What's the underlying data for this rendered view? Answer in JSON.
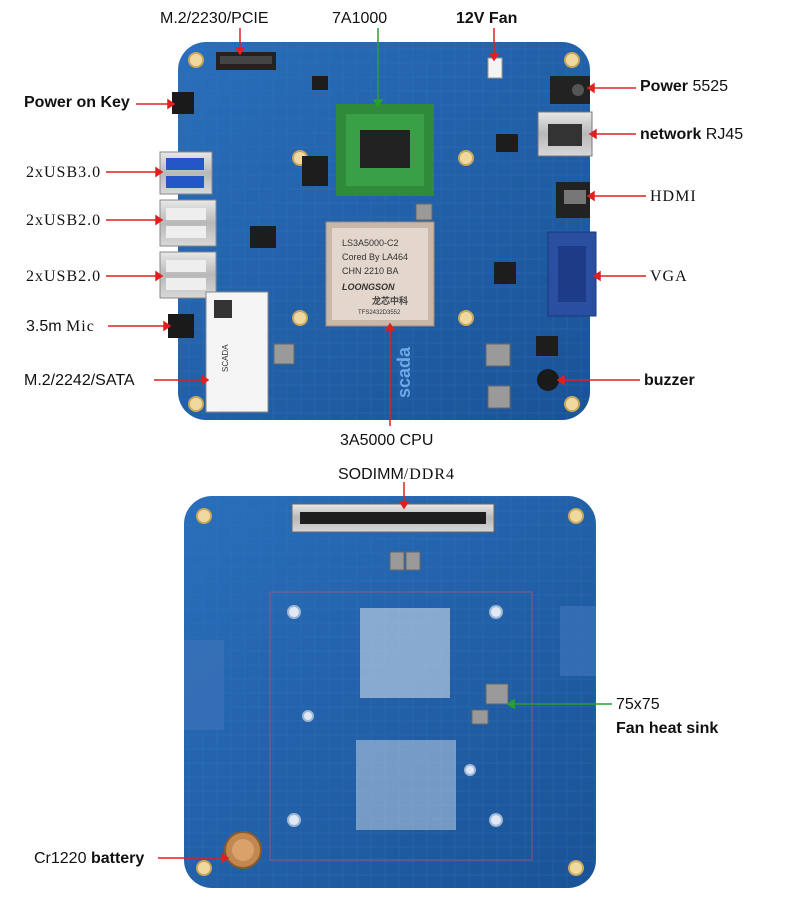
{
  "top_board": {
    "labels": {
      "m2_pcie": "M.2/2230/PCIE",
      "chipset": "7A1000",
      "fan_12v": "12V Fan",
      "power_on_key": "Power on Key",
      "power_bold": "Power",
      "power_code": "5525",
      "usb3": "2xUSB3.0",
      "usb2_a": "2xUSB2.0",
      "usb2_b": "2xUSB2.0",
      "network_bold": "network",
      "network_code": "RJ45",
      "hdmi": "HDMI",
      "vga": "VGA",
      "mic_prefix": "3.5m",
      "mic_suffix": "Mic",
      "m2_sata": "M.2/2242/SATA",
      "buzzer": "buzzer",
      "cpu": "3A5000 CPU"
    },
    "cpu_chip": {
      "line1": "LS3A5000-C2",
      "line2": "Cored By  LA464",
      "line3": "CHN 2210 BA",
      "brand": "LOONGSON",
      "brand_cn": "龙芯中科",
      "serial": "TFS2432D3552"
    },
    "ssd_brand": "SCADA",
    "board_mark": "scada"
  },
  "bottom_board": {
    "labels": {
      "sodimm_a": "SODIMM",
      "sodimm_b": "/DDR4",
      "fan_size": "75x75",
      "fan_sink": "Fan heat sink",
      "battery_code": "Cr1220",
      "battery_word": "battery"
    }
  },
  "colors": {
    "pcb_blue": "#1f5fa8",
    "pcb_dark": "#174a85",
    "callout_red": "#e02020",
    "callout_green": "#2aa02a"
  }
}
